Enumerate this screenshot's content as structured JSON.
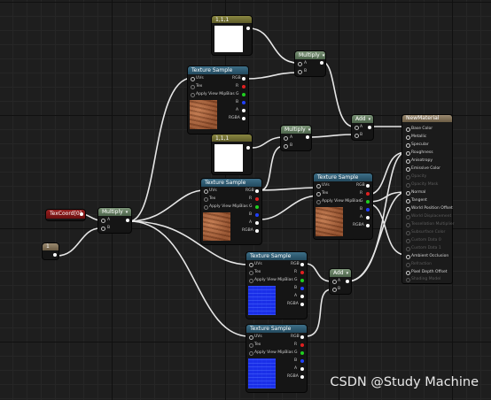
{
  "nodes": {
    "const3_top": {
      "title": "1,1,1"
    },
    "const3_mid": {
      "title": "1,1,1"
    },
    "multiply_top": {
      "title": "Multiply"
    },
    "multiply_mid": {
      "title": "Multiply"
    },
    "multiply_left": {
      "title": "Multiply"
    },
    "add_top": {
      "title": "Add"
    },
    "add_bottom": {
      "title": "Add"
    },
    "tex_coord": {
      "title": "TexCoord[0]"
    },
    "scalar": {
      "title": "1"
    },
    "chevron": "▾"
  },
  "texture_sample": {
    "title": "Texture Sample",
    "inputs": [
      "UVs",
      "Tex",
      "Apply View MipBias"
    ],
    "outputs": [
      "RGB",
      "R",
      "G",
      "B",
      "A",
      "RGBA"
    ]
  },
  "math_pins": {
    "a": "A",
    "b": "B"
  },
  "material": {
    "title": "NewMaterial",
    "pins": [
      {
        "label": "Base Color",
        "active": true
      },
      {
        "label": "Metallic",
        "active": true
      },
      {
        "label": "Specular",
        "active": true
      },
      {
        "label": "Roughness",
        "active": true
      },
      {
        "label": "Anisotropy",
        "active": true
      },
      {
        "label": "Emissive Color",
        "active": true
      },
      {
        "label": "Opacity",
        "active": false
      },
      {
        "label": "Opacity Mask",
        "active": false
      },
      {
        "label": "Normal",
        "active": true
      },
      {
        "label": "Tangent",
        "active": true
      },
      {
        "label": "World Position Offset",
        "active": true
      },
      {
        "label": "World Displacement",
        "active": false
      },
      {
        "label": "Tessellation Multiplier",
        "active": false
      },
      {
        "label": "Subsurface Color",
        "active": false
      },
      {
        "label": "Custom Data 0",
        "active": false
      },
      {
        "label": "Custom Data 1",
        "active": false
      },
      {
        "label": "Ambient Occlusion",
        "active": true
      },
      {
        "label": "Refraction",
        "active": false
      },
      {
        "label": "Pixel Depth Offset",
        "active": true
      },
      {
        "label": "Shading Model",
        "active": false
      }
    ]
  },
  "watermark": "CSDN @Study Machine",
  "colors": {
    "pin_r": "#e02020",
    "pin_g": "#20d020",
    "pin_b": "#2040ff",
    "wire": "#e6e6e6"
  }
}
